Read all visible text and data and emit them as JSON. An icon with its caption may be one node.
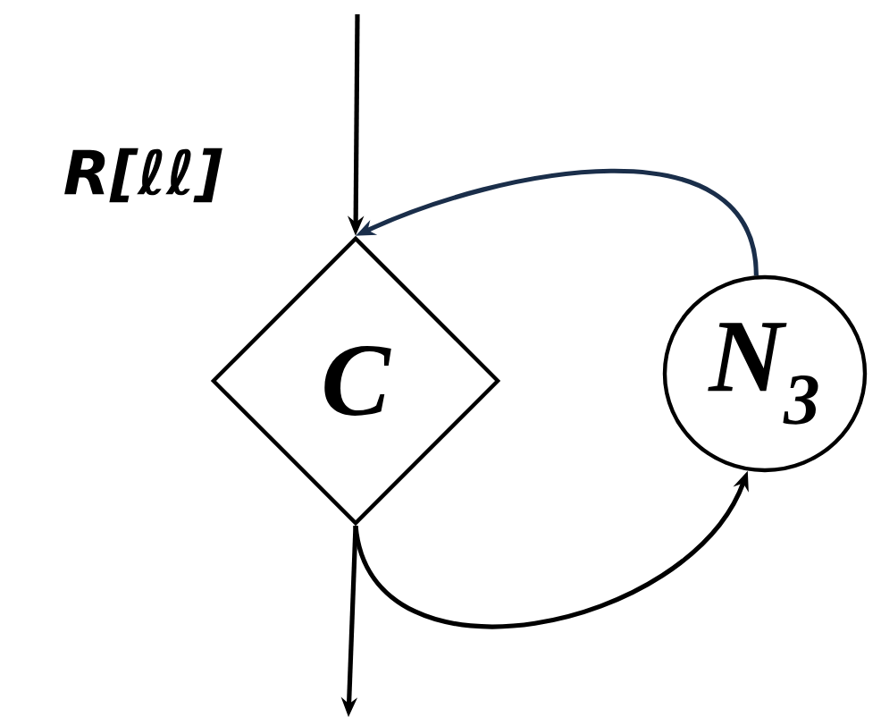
{
  "diagram": {
    "nodes": [
      {
        "text": [
          "C"
        ]
      },
      {
        "text": [
          "N$_{3}$"
        ]
      }
    ],
    "edges": [
      {
        "from": null,
        "to": 0,
        "arrow": "to"
      },
      {
        "from": 1,
        "to": 0,
        "arrow": "to",
        "color": "#1a2e4a"
      },
      {
        "from": 0,
        "to": 1,
        "arrow": "to"
      },
      {
        "from": 0,
        "to": null,
        "arrow": "to"
      }
    ],
    "labels": [
      "R[ℓℓ]"
    ]
  }
}
